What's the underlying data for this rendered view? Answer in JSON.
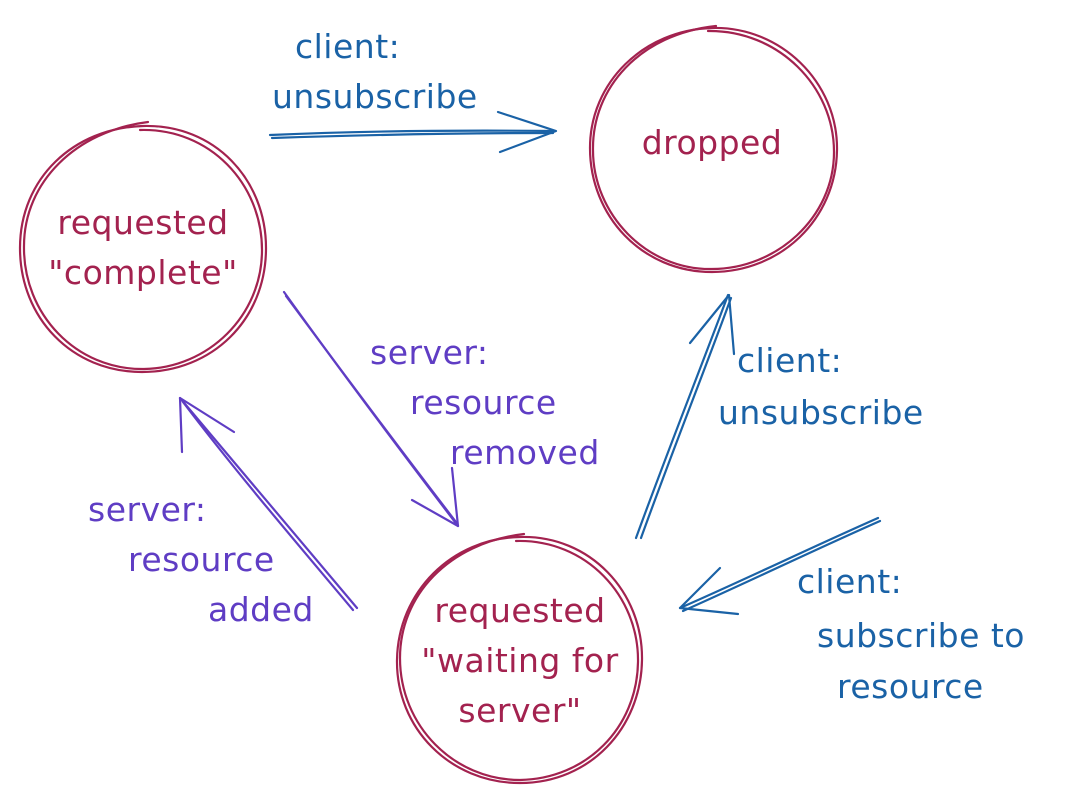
{
  "colors": {
    "state": "#a3224f",
    "client": "#1a62a6",
    "server": "#5f3dc4"
  },
  "states": {
    "dropped": {
      "lines": [
        "dropped"
      ]
    },
    "complete": {
      "lines": [
        "requested",
        "\"complete\""
      ]
    },
    "waiting": {
      "lines": [
        "requested",
        "\"waiting for",
        "server\""
      ]
    }
  },
  "transitions": {
    "complete_to_dropped": {
      "lines": [
        "client:",
        "unsubscribe"
      ]
    },
    "complete_to_waiting": {
      "lines": [
        "server:",
        "resource",
        "removed"
      ]
    },
    "waiting_to_complete": {
      "lines": [
        "server:",
        "resource",
        "added"
      ]
    },
    "waiting_to_dropped": {
      "lines": [
        "client:",
        "unsubscribe"
      ]
    },
    "subscribe_to_waiting": {
      "lines": [
        "client:",
        "subscribe to",
        "resource"
      ]
    }
  }
}
